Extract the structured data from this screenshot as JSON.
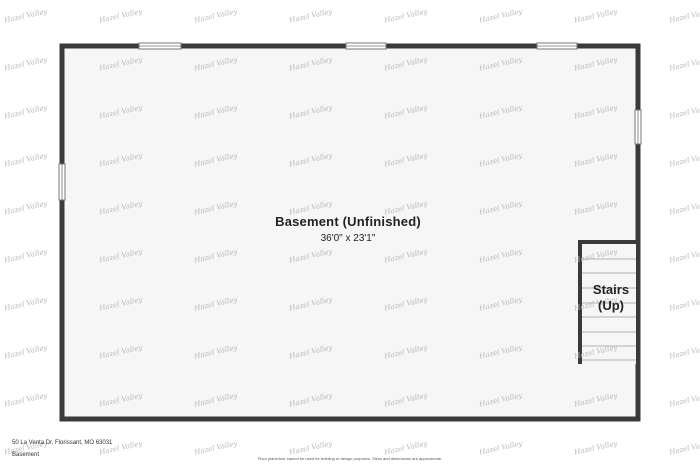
{
  "plan": {
    "room_name": "Basement (Unfinished)",
    "room_dimensions": "36'0\" x 23'1\"",
    "stairs_line1": "Stairs",
    "stairs_line2": "(Up)"
  },
  "footer": {
    "address": "50 La Venta Dr, Florissant, MO 63031",
    "floor": "Basement",
    "disclaimer": "Floor plans/tour cannot be used for building or design purposes. Sizes and dimensions are approximate."
  },
  "watermark": {
    "brand": "Hazel Valley"
  },
  "colors": {
    "wall": "#3a3a3a",
    "floor": "#f6f6f6",
    "text": "#222222"
  }
}
